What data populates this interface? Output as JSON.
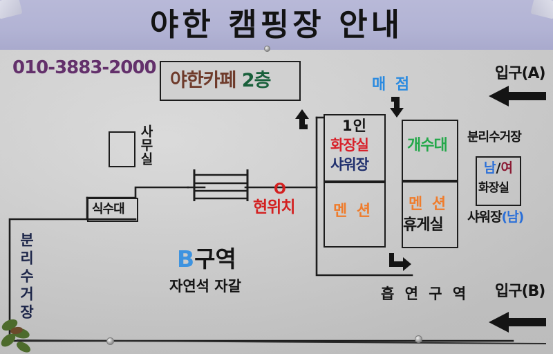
{
  "sign": {
    "title": "야한 캠핑장 안내",
    "phone": "010-3883-2000",
    "header_bg": "#b2b3d4",
    "panel_bg": "#cfcfcf"
  },
  "cafe": {
    "name": "야한카페",
    "floor": "2층",
    "name_color": "#6e3a2a",
    "floor_color": "#19603b"
  },
  "facilities": {
    "office": "사무실",
    "water_station": "식수대",
    "recycle_left": "분리수거장",
    "recycle_right": "분리수거장",
    "store": "매 점",
    "one_person": "1인",
    "toilet": "화장실",
    "shower": "샤워장",
    "pension_1": "멘 션",
    "sink": "개수대",
    "pension_2": "멘 션",
    "lounge": "휴게실",
    "male": "남",
    "slash": "/",
    "female": "여",
    "toilet_small": "화장실",
    "shower_male": "샤워장",
    "shower_male_tag": "(남)",
    "smoking_area": "흡 연 구 역"
  },
  "you_are_here": {
    "marker": "O",
    "label": "현위치",
    "color": "#d32020"
  },
  "zone": {
    "letter": "B",
    "word": "구역",
    "surface": "자연석 자갈",
    "letter_color": "#3d93e0"
  },
  "entrances": {
    "a": "입구(A)",
    "b": "입구(B)"
  },
  "icons": {
    "arrow_left_a": "arrow-left-icon",
    "arrow_left_b": "arrow-left-icon",
    "arrow_up_cafe": "arrow-up-bent-icon",
    "arrow_down_store": "arrow-down-bent-icon",
    "arrow_right_smoking": "arrow-right-bent-icon",
    "stairs": "stairs-icon"
  }
}
